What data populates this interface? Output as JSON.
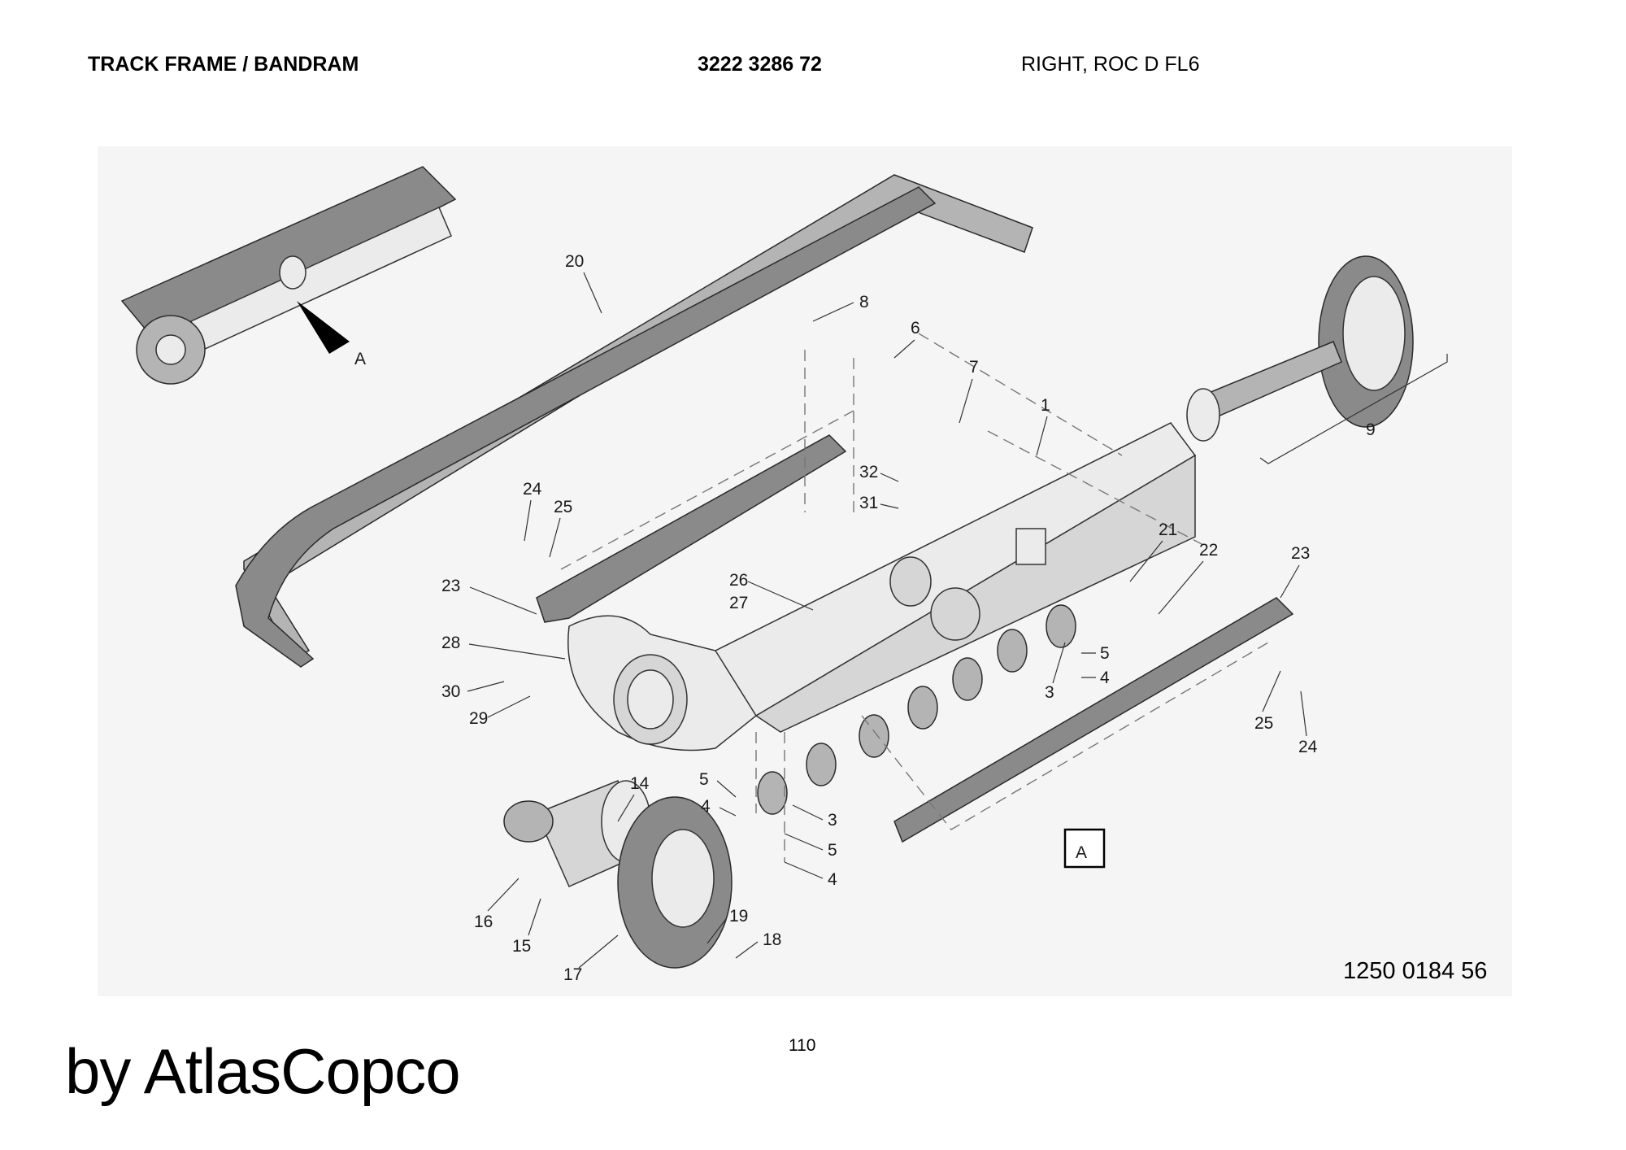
{
  "header": {
    "title": "TRACK FRAME / BANDRAM",
    "part_number": "3222 3286 72",
    "variant": "RIGHT, ROC D FL6"
  },
  "drawing": {
    "detail_marker": "A",
    "detail_box_label": "A",
    "callouts": [
      "1",
      "3",
      "3",
      "4",
      "4",
      "4",
      "5",
      "5",
      "5",
      "6",
      "7",
      "8",
      "9",
      "14",
      "15",
      "16",
      "17",
      "18",
      "19",
      "20",
      "21",
      "22",
      "23",
      "23",
      "24",
      "24",
      "25",
      "25",
      "26",
      "27",
      "28",
      "29",
      "30",
      "31",
      "32"
    ],
    "drawing_number": "1250 0184 56"
  },
  "footer": {
    "page_number": "110",
    "brand": "by AtlasCopco"
  }
}
